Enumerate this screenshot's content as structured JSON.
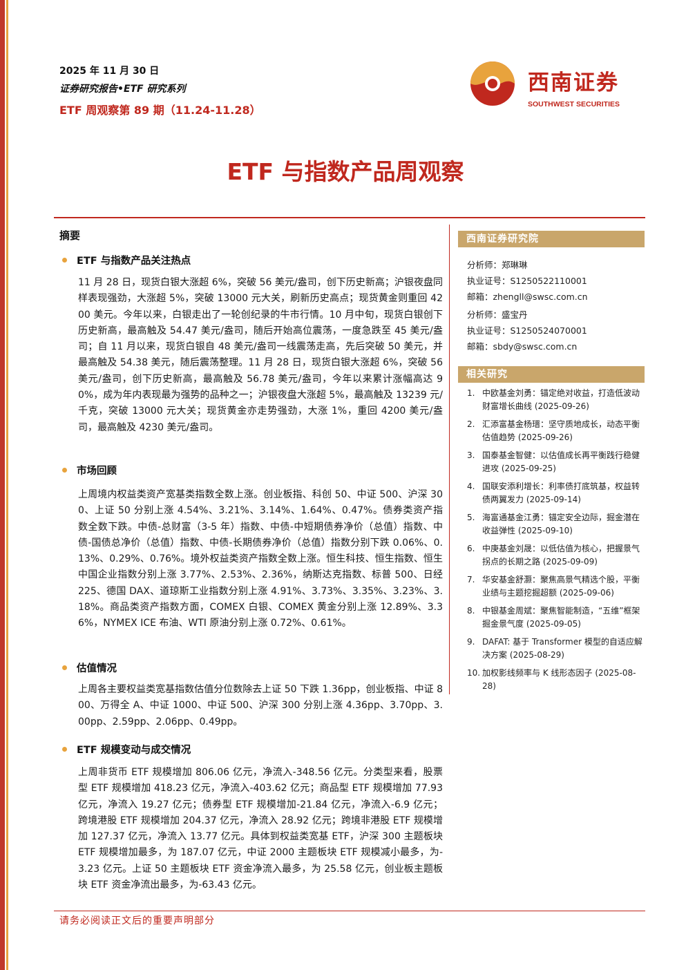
{
  "header": {
    "date": "2025 年 11 月 30 日",
    "series": "证券研究报告•ETF 研究系列",
    "issue": "ETF 周观察第 89 期（11.24-11.28）"
  },
  "logo": {
    "name_cn": "西南证券",
    "name_en": "SOUTHWEST SECURITIES",
    "colors": {
      "red": "#c0281e",
      "gold": "#e8a33d"
    }
  },
  "title": "ETF 与指数产品周观察",
  "abstract_heading": "摘要",
  "sections": [
    {
      "heading": "ETF 与指数产品关注热点",
      "text": "11 月 28 日，现货白银大涨超 6%，突破 56 美元/盎司，创下历史新高；沪银夜盘同样表现强劲，大涨超 5%，突破 13000 元大关，刷新历史高点；现货黄金则重回 4200 美元。今年以来，白银走出了一轮创纪录的牛市行情。10 月中旬，现货白银创下历史新高，最高触及 54.47 美元/盎司，随后开始高位震荡，一度急跌至 45 美元/盎司；自 11 月以来，现货白银自 48 美元/盎司一线震荡走高，先后突破 50 美元，并最高触及 54.38 美元，随后震荡整理。11 月 28 日，现货白银大涨超 6%，突破 56 美元/盎司，创下历史新高，最高触及 56.78 美元/盎司，今年以来累计涨幅高达 90%，成为年内表现最为强势的品种之一；沪银夜盘大涨超 5%，最高触及 13239 元/千克，突破 13000 元大关；现货黄金亦走势强劲，大涨 1%，重回 4200 美元/盎司，最高触及 4230 美元/盎司。"
    },
    {
      "heading": "市场回顾",
      "text": "上周境内权益类资产宽基类指数全数上涨。创业板指、科创 50、中证 500、沪深 300、上证 50 分别上涨 4.54%、3.21%、3.14%、1.64%、0.47%。债券类资产指数全数下跌。中债-总财富（3-5 年）指数、中债-中短期债券净价（总值）指数、中债-国债总净价（总值）指数、中债-长期债券净价（总值）指数分别下跌 0.06%、0.13%、0.29%、0.76%。境外权益类资产指数全数上涨。恒生科技、恒生指数、恒生中国企业指数分别上涨 3.77%、2.53%、2.36%，纳斯达克指数、标普 500、日经 225、德国 DAX、道琼斯工业指数分别上涨 4.91%、3.73%、3.35%、3.23%、3.18%。商品类资产指数方面，COMEX 白银、COMEX 黄金分别上涨 12.89%、3.36%，NYMEX ICE 布油、WTI 原油分别上涨 0.72%、0.61%。"
    },
    {
      "heading": "估值情况",
      "text": "上周各主要权益类宽基指数估值分位数除去上证 50 下跌 1.36pp，创业板指、中证 800、万得全 A、中证 1000、中证 500、沪深 300 分别上涨 4.36pp、3.70pp、3.00pp、2.59pp、2.06pp、0.49pp。"
    },
    {
      "heading": "ETF 规模变动与成交情况",
      "text": "上周非货币 ETF 规模增加 806.06 亿元，净流入-348.56 亿元。分类型来看，股票型 ETF 规模增加 418.23 亿元，净流入-403.62 亿元；商品型 ETF 规模增加 77.93 亿元，净流入 19.27 亿元；债券型 ETF 规模增加-21.84 亿元，净流入-6.9 亿元；跨境港股 ETF 规模增加 204.37 亿元，净流入 28.92 亿元；跨境非港股 ETF 规模增加 127.37 亿元，净流入 13.77 亿元。具体到权益类宽基 ETF，沪深 300 主题板块 ETF 规模增加最多，为 187.07 亿元，中证 2000 主题板块 ETF 规模减小最多，为-3.23 亿元。上证 50 主题板块 ETF 资金净流入最多，为 25.58 亿元，创业板主题板块 ETF 资金净流出最多，为-63.43 亿元。"
    }
  ],
  "sidebar": {
    "institute": "西南证券研究院",
    "analysts": [
      {
        "name": "分析师：郑琳琳",
        "cert": "执业证号：S1250522110001",
        "email": "邮箱：zhengll@swsc.com.cn"
      },
      {
        "name": "分析师：盛宝丹",
        "cert": "执业证号：S1250524070001",
        "email": "邮箱：sbdy@swsc.com.cn"
      }
    ],
    "related_heading": "相关研究",
    "related": [
      {
        "num": "1.",
        "text": "中欧基金刘勇：锚定绝对收益，打造低波动财富增长曲线 (2025-09-26)"
      },
      {
        "num": "2.",
        "text": "汇添富基金杨瑨：坚守质地成长，动态平衡估值趋势 (2025-09-26)"
      },
      {
        "num": "3.",
        "text": "国泰基金智健：以估值成长再平衡践行稳健进攻 (2025-09-25)"
      },
      {
        "num": "4.",
        "text": "国联安添利增长：利率债打底筑基，权益转债两翼发力 (2025-09-14)"
      },
      {
        "num": "5.",
        "text": "海富通基金江勇：锚定安全边际，掘金潜在收益弹性 (2025-09-10)"
      },
      {
        "num": "6.",
        "text": "中庚基金刘晟：以低估值为核心，把握景气拐点的长期之路 (2025-09-09)"
      },
      {
        "num": "7.",
        "text": "华安基金舒灏：聚焦高景气精选个股，平衡业绩与主题挖掘超额 (2025-09-06)"
      },
      {
        "num": "8.",
        "text": "中银基金周斌：聚焦智能制造，“五维”框架掘金景气度 (2025-09-05)"
      },
      {
        "num": "9.",
        "text": "DAFAT: 基于 Transformer 模型的自适应解决方案 (2025-08-29)"
      },
      {
        "num": "10.",
        "text": "加权影线频率与 K 线形态因子 (2025-08-28)"
      }
    ]
  },
  "footer": "请务必阅读正文后的重要声明部分"
}
